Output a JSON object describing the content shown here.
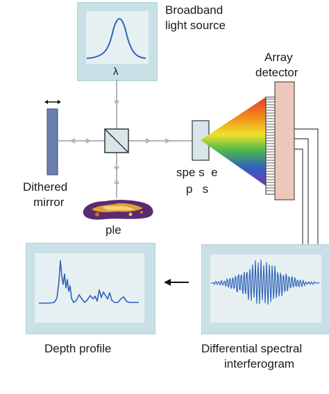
{
  "labels": {
    "source_line1": "Broadband",
    "source_line2": "light source",
    "lambda": "λ",
    "detector_line1": "Array",
    "detector_line2": "detector",
    "mirror_line1": "Dithered",
    "mirror_line2": "mirror",
    "spectrometer_line1": "spe s  e",
    "spectrometer_line2": "p   s",
    "sample": "ple",
    "depth_profile": "Depth profile",
    "interferogram_line1": "Differential spectral",
    "interferogram_line2": "interferogram"
  },
  "colors": {
    "panel": "#c9e1e6",
    "panel_inner": "#e6f0f3",
    "trace": "#2f63b8",
    "mirror": "#6b7fb0",
    "detector": "#ecc7bc",
    "beam": "#aeb6bd"
  }
}
